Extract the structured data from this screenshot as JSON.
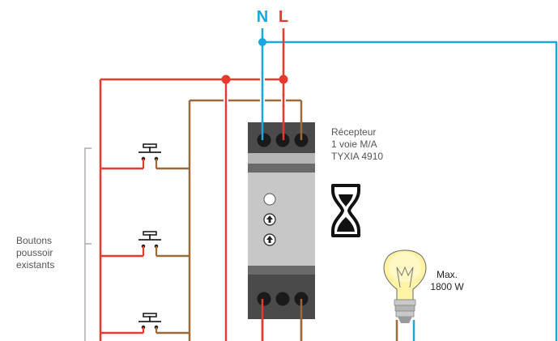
{
  "supply": {
    "neutral_label": "N",
    "live_label": "L"
  },
  "receiver": {
    "line1": "Récepteur",
    "line2": "1 voie M/A",
    "line3": "TYXIA 4910"
  },
  "buttons_label": {
    "line1": "Boutons",
    "line2": "poussoir",
    "line3": "existants"
  },
  "lamp": {
    "line1": "Max.",
    "line2": "1800 W"
  },
  "colors": {
    "neutral": "#1aa7e0",
    "live": "#e63a2e",
    "switched": "#9a6a3c",
    "module_body": "#c7c7c7",
    "module_dark": "#4a4a4a",
    "bracket": "#9a9a9a"
  }
}
